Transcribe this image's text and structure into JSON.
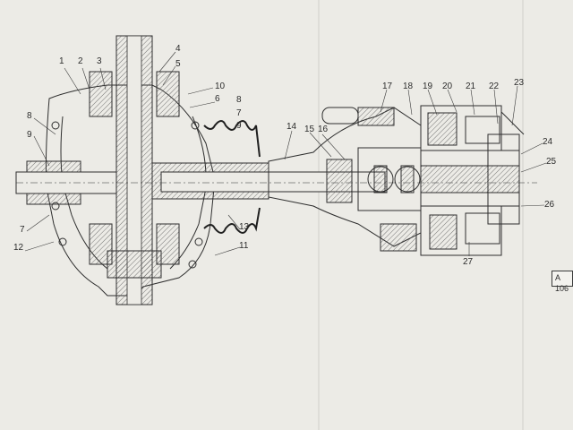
{
  "diagram": {
    "part_labels": [
      "1",
      "2",
      "3",
      "4",
      "5",
      "6",
      "7",
      "8",
      "9",
      "10",
      "11",
      "12",
      "13",
      "14",
      "15",
      "16",
      "17",
      "18",
      "19",
      "20",
      "21",
      "22",
      "23",
      "24",
      "25",
      "26",
      "27"
    ],
    "left_repeat_labels": [
      "8",
      "9",
      "7"
    ],
    "reference": "A 106"
  },
  "colors": {
    "paper": "#ecebe6",
    "ink": "#2e2e2e",
    "hatch": "#555555",
    "fill": "#c9c7c0"
  }
}
